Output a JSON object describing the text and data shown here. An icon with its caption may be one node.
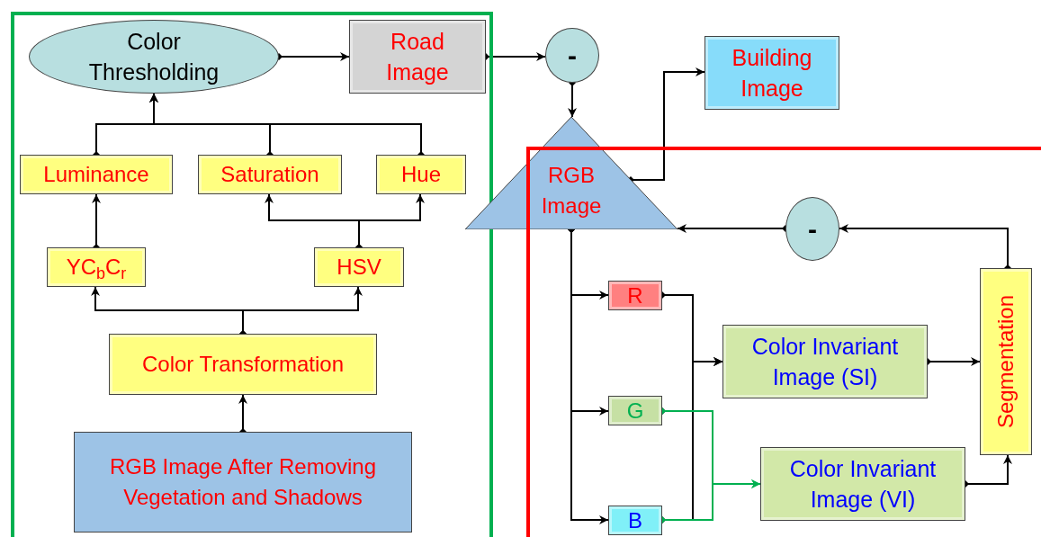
{
  "diagram": {
    "nodes": [
      {
        "text": [],
        "shape": "box"
      },
      {
        "text": [
          "Color Thresholding"
        ],
        "in": 0
      },
      {
        "text": [
          "Road Image"
        ],
        "in": 0
      },
      {
        "text": [
          "Luminance"
        ],
        "in": 0
      },
      {
        "text": [
          "Saturation"
        ],
        "in": 0
      },
      {
        "text": [
          "Hue"
        ],
        "in": 0
      },
      {
        "text": [
          "YC$_{b}$C$_{r}$"
        ],
        "in": 0
      },
      {
        "text": [
          "HSV"
        ],
        "in": 0
      },
      {
        "text": [
          "Color Transformation"
        ],
        "in": 0
      },
      {
        "text": [
          "RGB Image After Removing Vegetation and Shadows"
        ],
        "in": 0
      },
      {
        "text": [
          "-"
        ]
      },
      {
        "text": [
          "Building Image"
        ]
      },
      {
        "text": [
          "RGB Image"
        ]
      },
      {
        "text": [],
        "shape": "box"
      },
      {
        "text": [
          "-"
        ],
        "in": 13
      },
      {
        "text": [
          "R"
        ],
        "in": 13
      },
      {
        "text": [
          "G"
        ],
        "in": 13
      },
      {
        "text": [
          "B"
        ],
        "in": 13
      },
      {
        "text": [
          "Color Invariant Image (SI)"
        ],
        "in": 13
      },
      {
        "text": [
          "Color Invariant Image (VI)"
        ],
        "in": 13
      },
      {
        "text": [
          "Segmentation"
        ],
        "in": 13
      }
    ],
    "edges": [
      {
        "from": 1,
        "to": 2,
        "arrow": "to"
      },
      {
        "from": 2,
        "to": 10,
        "arrow": "to"
      },
      {
        "from": 10,
        "to": 12,
        "arrow": "to"
      },
      {
        "from": 12,
        "to": 11,
        "arrow": "to"
      },
      {
        "from": 3,
        "to": 1,
        "arrow": "to"
      },
      {
        "from": 4,
        "to": 1,
        "arrow": "to"
      },
      {
        "from": 5,
        "to": 1,
        "arrow": "to"
      },
      {
        "from": 6,
        "to": 3,
        "arrow": "to"
      },
      {
        "from": 7,
        "to": 4,
        "arrow": "to"
      },
      {
        "from": 7,
        "to": 5,
        "arrow": "to"
      },
      {
        "from": 8,
        "to": 6,
        "arrow": "to"
      },
      {
        "from": 8,
        "to": 7,
        "arrow": "to"
      },
      {
        "from": 9,
        "to": 8,
        "arrow": "to"
      },
      {
        "from": 12,
        "to": 15,
        "arrow": "to"
      },
      {
        "from": 12,
        "to": 16,
        "arrow": "to"
      },
      {
        "from": 12,
        "to": 17,
        "arrow": "to"
      },
      {
        "from": 15,
        "to": 18,
        "arrow": "to"
      },
      {
        "from": 16,
        "to": 18,
        "arrow": "to"
      },
      {
        "from": 17,
        "to": 18,
        "arrow": "to"
      },
      {
        "from": 16,
        "to": 19,
        "arrow": "to",
        "color": "#00b050"
      },
      {
        "from": 17,
        "to": 19,
        "arrow": "to",
        "color": "#00b050"
      },
      {
        "from": 18,
        "to": 20,
        "arrow": "to"
      },
      {
        "from": 19,
        "to": 20,
        "arrow": "to"
      },
      {
        "from": 20,
        "to": 14,
        "arrow": "to"
      },
      {
        "from": 14,
        "to": 12,
        "arrow": "to"
      }
    ]
  }
}
